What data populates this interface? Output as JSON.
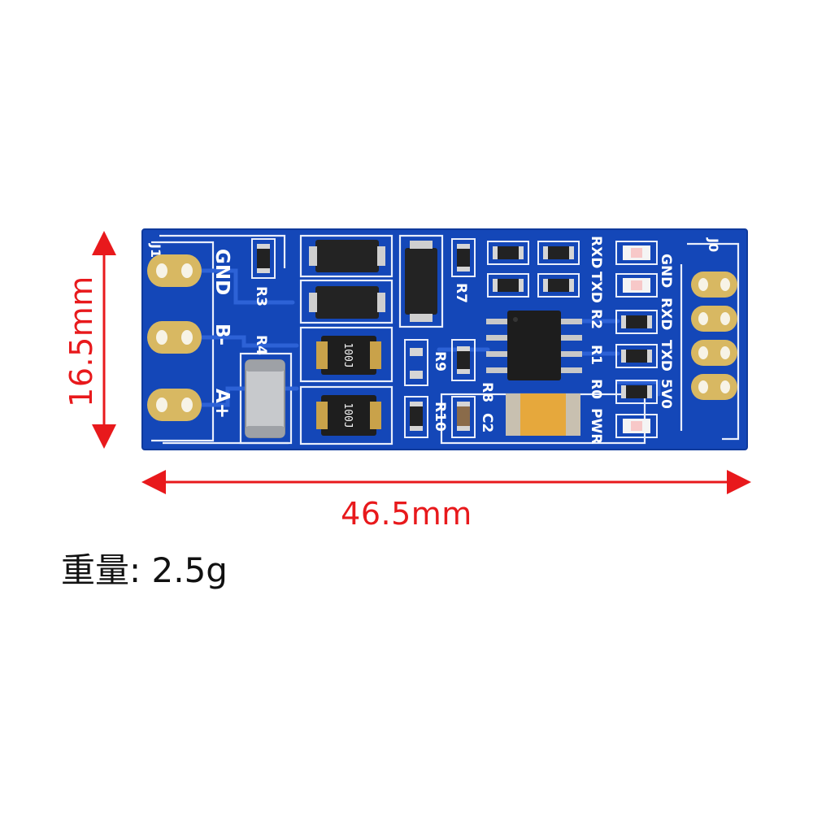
{
  "dimensions": {
    "width_label": "46.5mm",
    "height_label": "16.5mm"
  },
  "weight_label": "重量: 2.5g",
  "colors": {
    "pcb": "#1447b8",
    "pcb_trace": "#2d62d6",
    "silkscreen": "#ffffff",
    "gold_pad": "#d8b862",
    "dimension": "#e8191c",
    "ic": "#1d1d1d"
  },
  "board": {
    "j1_label": "J1",
    "j0_label": "J0",
    "left_terminals": [
      "GND",
      "B-",
      "A+"
    ],
    "right_pins": [
      "GND",
      "RXD",
      "TXD",
      "5V0"
    ],
    "led_labels": [
      "RXD",
      "TXD",
      "PWR"
    ],
    "component_labels": [
      "R2",
      "R1",
      "R0",
      "R7",
      "R9",
      "R8",
      "R10",
      "C2",
      "R3",
      "R4"
    ],
    "fuse_markings": [
      "100J",
      "100J"
    ]
  }
}
